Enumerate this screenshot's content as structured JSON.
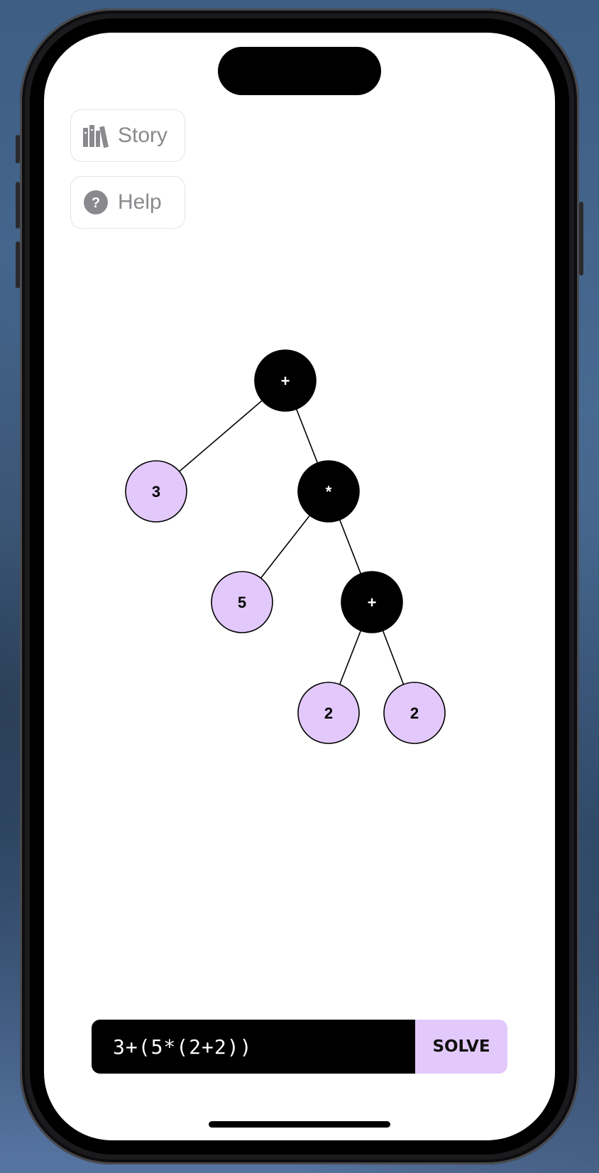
{
  "toolbar": {
    "story_label": "Story",
    "help_label": "Help",
    "help_icon_glyph": "?"
  },
  "tree": {
    "nodes": [
      {
        "id": "root",
        "label": "+",
        "kind": "operator"
      },
      {
        "id": "n3",
        "label": "3",
        "kind": "operand"
      },
      {
        "id": "mul",
        "label": "*",
        "kind": "operator"
      },
      {
        "id": "n5",
        "label": "5",
        "kind": "operand"
      },
      {
        "id": "plus2",
        "label": "+",
        "kind": "operator"
      },
      {
        "id": "n2a",
        "label": "2",
        "kind": "operand"
      },
      {
        "id": "n2b",
        "label": "2",
        "kind": "operand"
      }
    ],
    "edges": [
      [
        "root",
        "n3"
      ],
      [
        "root",
        "mul"
      ],
      [
        "mul",
        "n5"
      ],
      [
        "mul",
        "plus2"
      ],
      [
        "plus2",
        "n2a"
      ],
      [
        "plus2",
        "n2b"
      ]
    ]
  },
  "input": {
    "expression": "3+(5*(2+2))",
    "solve_label": "SOLVE"
  },
  "colors": {
    "operator_fill": "#000000",
    "operand_fill": "#e3c9fb",
    "operator_text": "#ffffff",
    "operand_text": "#000000"
  },
  "icons": {
    "story": "books-icon",
    "help": "question-circle-icon"
  }
}
